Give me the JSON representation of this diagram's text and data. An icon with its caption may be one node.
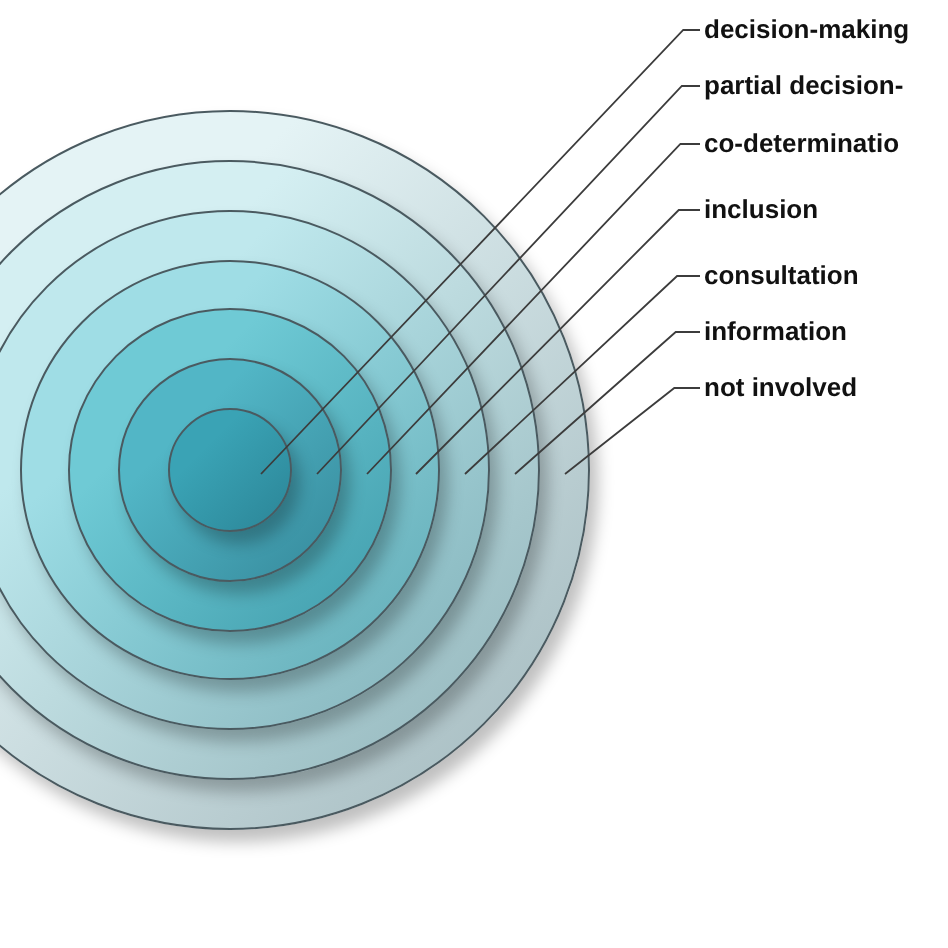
{
  "diagram": {
    "nodes": [
      {
        "text": [
          "decision-making"
        ]
      },
      {
        "text": [
          "partial decision-"
        ]
      },
      {
        "text": [
          "co-determinatio"
        ]
      },
      {
        "text": [
          "inclusion"
        ]
      },
      {
        "text": [
          "consultation"
        ]
      },
      {
        "text": [
          "information"
        ]
      },
      {
        "text": [
          "not involved"
        ]
      },
      {
        "text": [],
        "shape": "circle"
      },
      {
        "text": [],
        "shape": "circle",
        "in": 7
      },
      {
        "text": [],
        "shape": "circle",
        "in": 8
      },
      {
        "text": [],
        "shape": "circle",
        "in": 9
      },
      {
        "text": [],
        "shape": "circle",
        "in": 10
      },
      {
        "text": [],
        "shape": "circle",
        "in": 11
      },
      {
        "text": [],
        "shape": "circle",
        "in": 12
      }
    ],
    "edges": [
      {
        "from": 0,
        "to": 13,
        "arrow": "none"
      },
      {
        "from": 1,
        "to": 12,
        "arrow": "none"
      },
      {
        "from": 2,
        "to": 11,
        "arrow": "none"
      },
      {
        "from": 3,
        "to": 10,
        "arrow": "none"
      },
      {
        "from": 4,
        "to": 9,
        "arrow": "none"
      },
      {
        "from": 5,
        "to": 8,
        "arrow": "none"
      },
      {
        "from": 6,
        "to": 7,
        "arrow": "none"
      }
    ]
  }
}
